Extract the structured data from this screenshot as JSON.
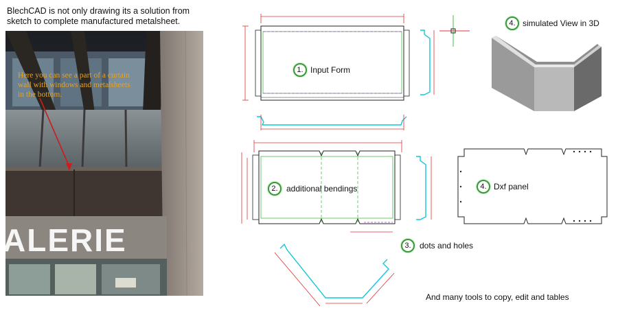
{
  "intro": {
    "line1": "BlechCAD is not only drawing its a solution from",
    "line2": "sketch to complete manufactured metalsheet."
  },
  "photo": {
    "note": "Here you can see a part of a curtain wall with windows and metalsheets in the bottom.",
    "sign": "ALERIE"
  },
  "steps": [
    {
      "num": "1.",
      "label": "Input Form"
    },
    {
      "num": "2.",
      "label": "additional bendings"
    },
    {
      "num": "3.",
      "label": "dots and holes"
    },
    {
      "num": "4.",
      "label": "simulated View in 3D"
    },
    {
      "num": "4.",
      "label": "Dxf panel"
    }
  ],
  "footer": "And many tools to copy, edit and tables",
  "colors": {
    "dim_red": "#e03030",
    "outline_dark": "#222222",
    "cyan": "#10c8d8",
    "green": "#40c040",
    "purple": "#a040c0",
    "badge_green": "#3a9a3a",
    "photo_note": "#e9a21f"
  }
}
